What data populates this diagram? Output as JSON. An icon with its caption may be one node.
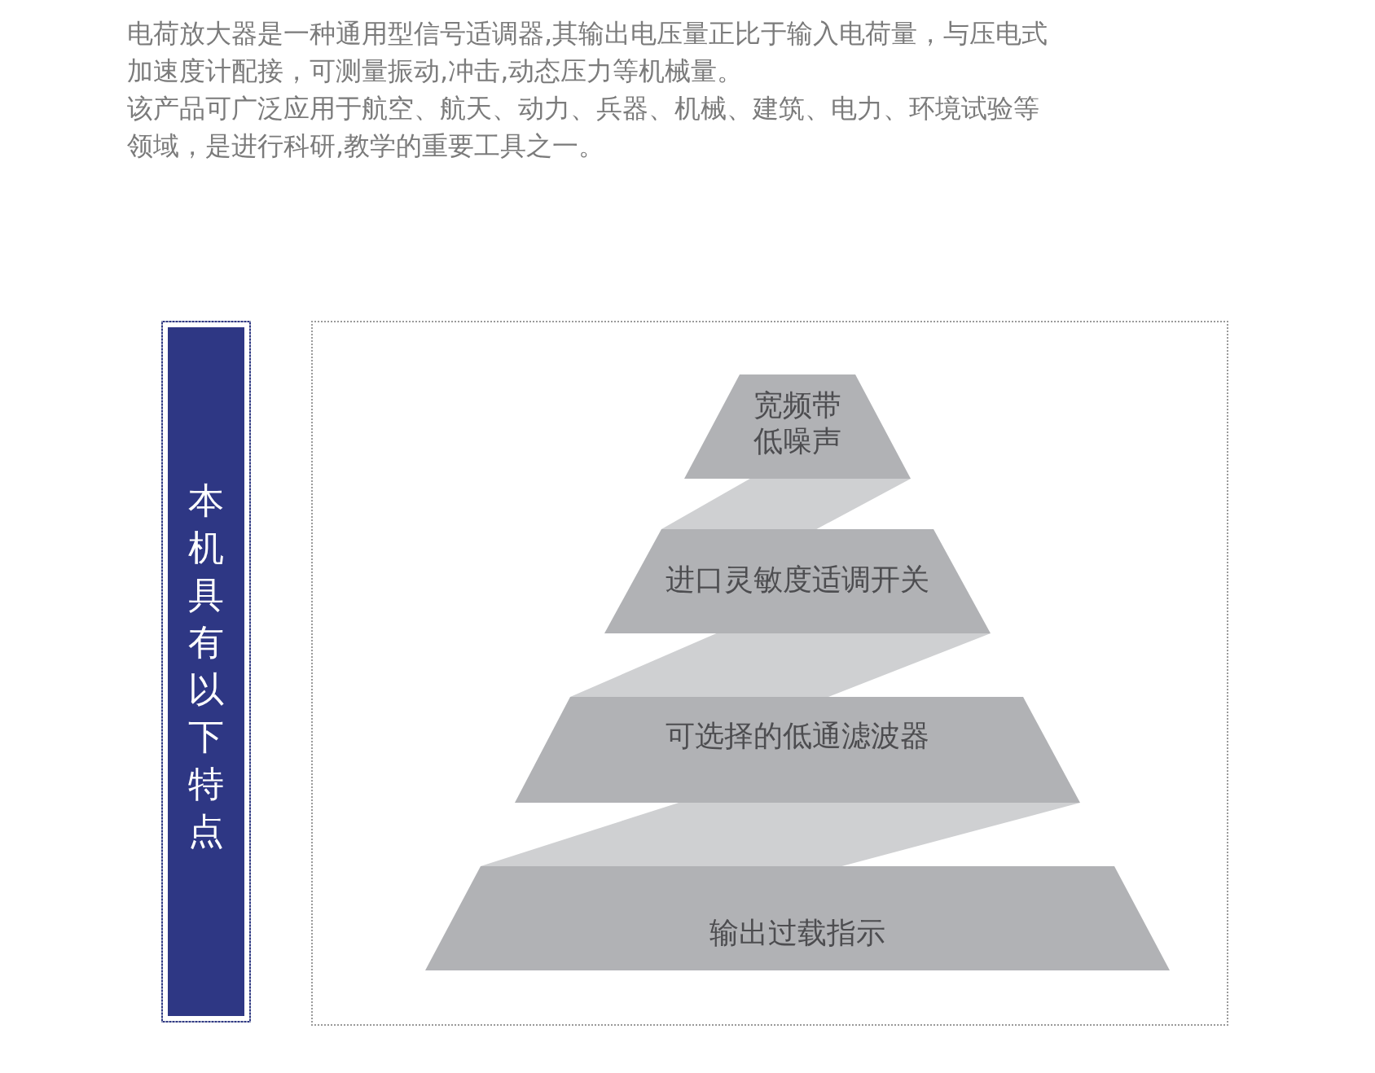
{
  "diagram": {
    "nodes": [
      {
        "text": [
          "本机具有以下特点"
        ]
      },
      {
        "text": [
          "宽频带",
          "低噪声"
        ]
      },
      {
        "text": [
          "进口灵敏度适调开关"
        ]
      },
      {
        "text": [
          "可选择的低通滤波器"
        ]
      },
      {
        "text": [
          "输出过载指示"
        ]
      }
    ],
    "edges": [
      {
        "from": 1,
        "to": 2,
        "arrow": "none"
      },
      {
        "from": 2,
        "to": 3,
        "arrow": "none"
      },
      {
        "from": 3,
        "to": 4,
        "arrow": "none"
      }
    ],
    "labels": [
      "电荷放大器是一种通用型信号适调器,其输出电压量正比于输入电荷量，与压电式加速度计配接，可测量振动,冲击,动态压力等机械量。",
      "该产品可广泛应用于航空、航天、动力、兵器、机械、建筑、电力、环境试验等领域，是进行科研,教学的重要工具之一。"
    ]
  }
}
